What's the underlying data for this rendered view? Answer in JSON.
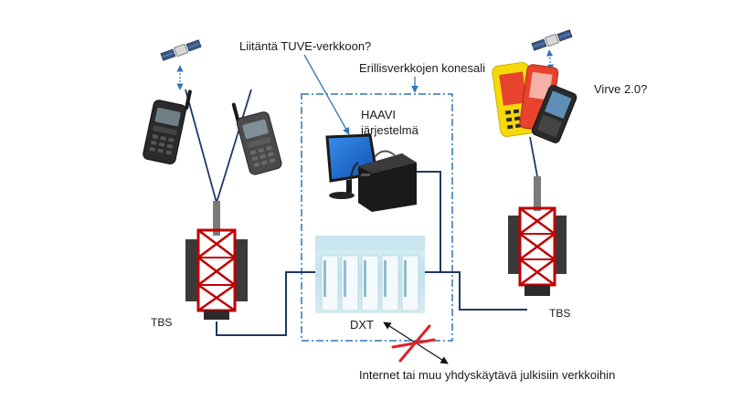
{
  "labels": {
    "tuve_question": "Liitäntä TUVE-verkkoon?",
    "dedicated_datacenter": "Erillisverkkojen konesali",
    "haavi_line1": "HAAVI",
    "haavi_line2": "järjestelmä",
    "virve_question": "Virve 2.0?",
    "tbs_left": "TBS",
    "tbs_right": "TBS",
    "dxt": "DXT",
    "internet_link": "Internet tai muu yhdyskäytävä julkisiin verkkoihin"
  },
  "colors": {
    "link_line": "#1f3864",
    "datacenter_border": "#2e75b6",
    "arrow_blue": "#2e75b6",
    "tower_red": "#c00000",
    "tower_dark": "#2b2b2b",
    "forbidden_x": "#e0202a",
    "phone_yellow": "#f5d90a",
    "phone_red": "#e8432c",
    "monitor_blue": "#1e6fd9",
    "pc_black": "#1a1a1a"
  },
  "icons": [
    "satellite-icon",
    "radio-handset-icon",
    "cell-tower-icon",
    "monitor-icon",
    "desktop-pc-icon",
    "server-room-icon",
    "mobile-phones-icon"
  ]
}
